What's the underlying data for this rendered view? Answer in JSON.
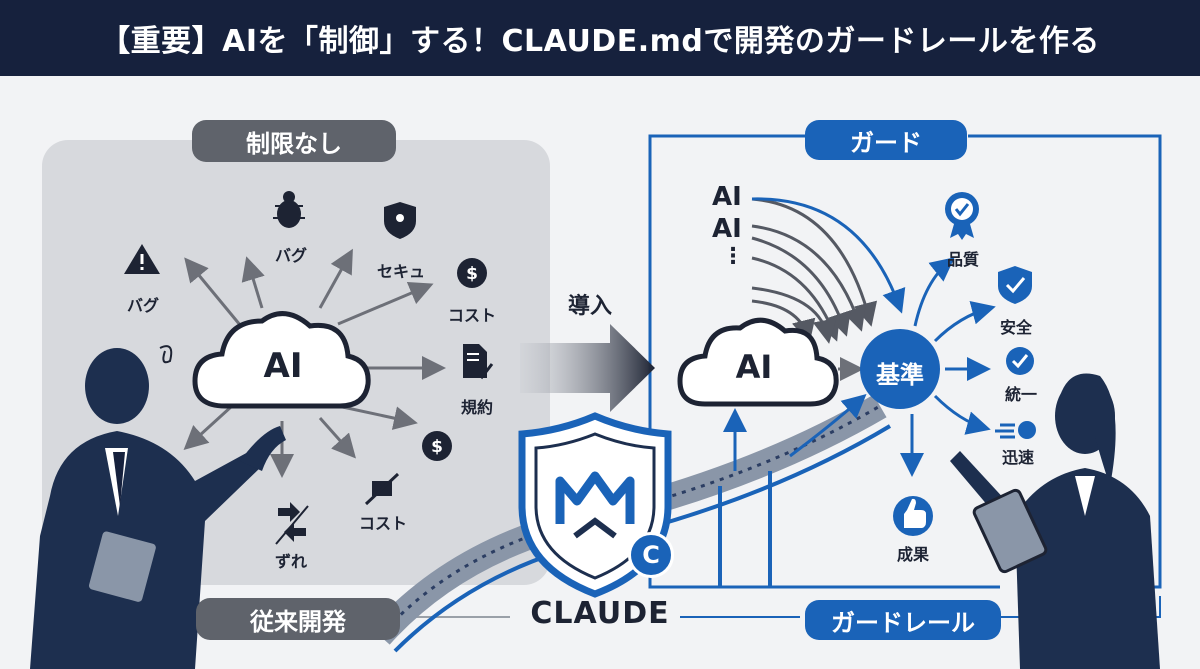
{
  "header": {
    "title": "【重要】AIを「制御」する！CLAUDE.mdで開発のガードレールを作る"
  },
  "left_panel": {
    "top_label": "制限なし",
    "bottom_label": "従来開発",
    "center": "AI",
    "nodes": [
      "バグ",
      "バグ",
      "セキュ",
      "コスト",
      "規約",
      "コスト",
      "ずれ"
    ]
  },
  "arrow_label": "導入",
  "right_panel": {
    "top_label": "ガード",
    "bottom_label": "ガードレール",
    "inputs": [
      "AI",
      "AI",
      "⋮"
    ],
    "center_ai": "AI",
    "standard": "基準",
    "outcomes": [
      "品質",
      "安全",
      "統一",
      "迅速",
      "成果"
    ]
  },
  "logo": {
    "text": "CLAUDE",
    "badge": "C"
  },
  "colors": {
    "navy": "#16213d",
    "blue": "#1a63b8",
    "gray": "#5f636b"
  }
}
